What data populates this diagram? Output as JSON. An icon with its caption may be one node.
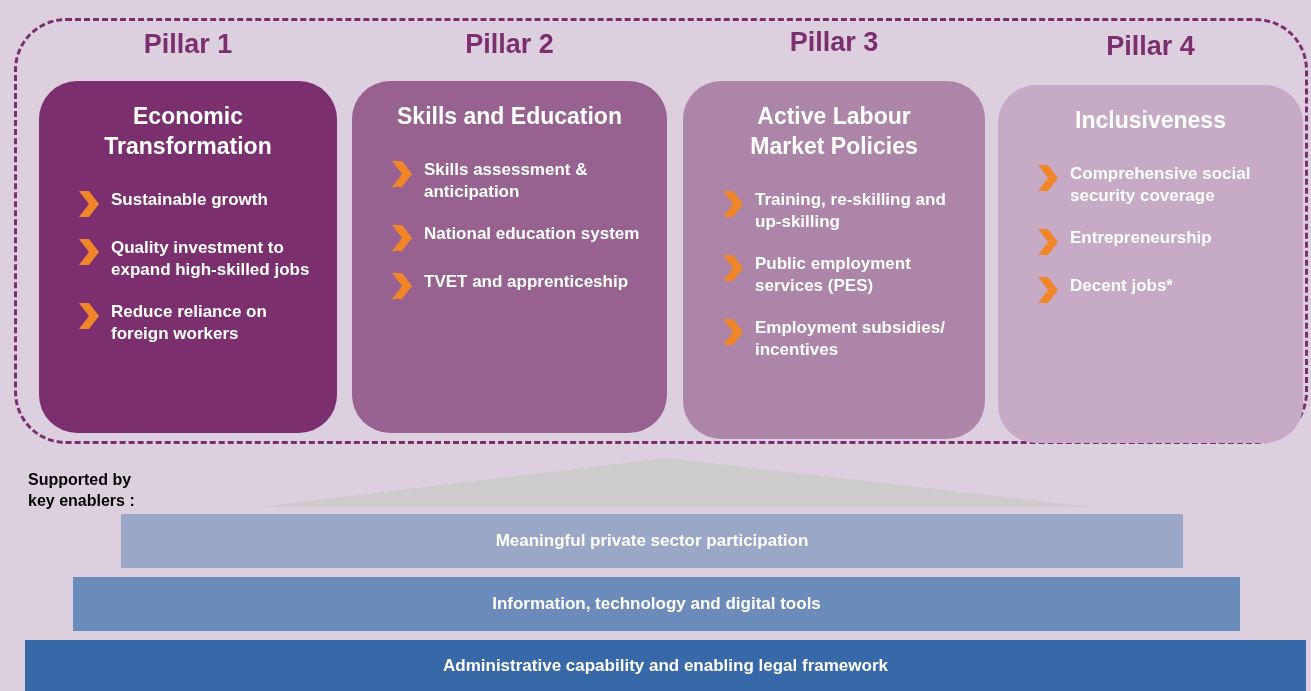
{
  "diagram": {
    "nodes": [
      {
        "text": [],
        "shape": "box"
      },
      {
        "text": [
          "Pillar 1",
          "Economic Transformation",
          "Sustainable growth",
          "Quality investment to expand high-skilled jobs",
          "Reduce reliance on foreign workers"
        ],
        "in": 0
      },
      {
        "text": [
          "Pillar 2",
          "Skills and Education",
          "Skills assessment & anticipation",
          "National education system",
          "TVET and apprenticeship"
        ],
        "in": 0
      },
      {
        "text": [
          "Pillar 3",
          "Active Labour Market Policies",
          "Training, re-skilling and up-skilling",
          "Public employment services (PES)",
          "Employment subsidies/ incentives"
        ],
        "in": 0
      },
      {
        "text": [
          "Pillar 4",
          "Inclusiveness",
          "Comprehensive social security coverage",
          "Entrepreneurship",
          "Decent jobs*"
        ],
        "in": 0
      },
      {
        "text": [],
        "shape": "triangle"
      },
      {
        "text": [
          "Meaningful private sector participation"
        ]
      },
      {
        "text": [
          "Information, technology and digital tools"
        ]
      },
      {
        "text": [
          "Administrative capability and enabling legal framework"
        ]
      }
    ],
    "edges": [],
    "labels": [
      "Supported by key enablers :"
    ]
  }
}
